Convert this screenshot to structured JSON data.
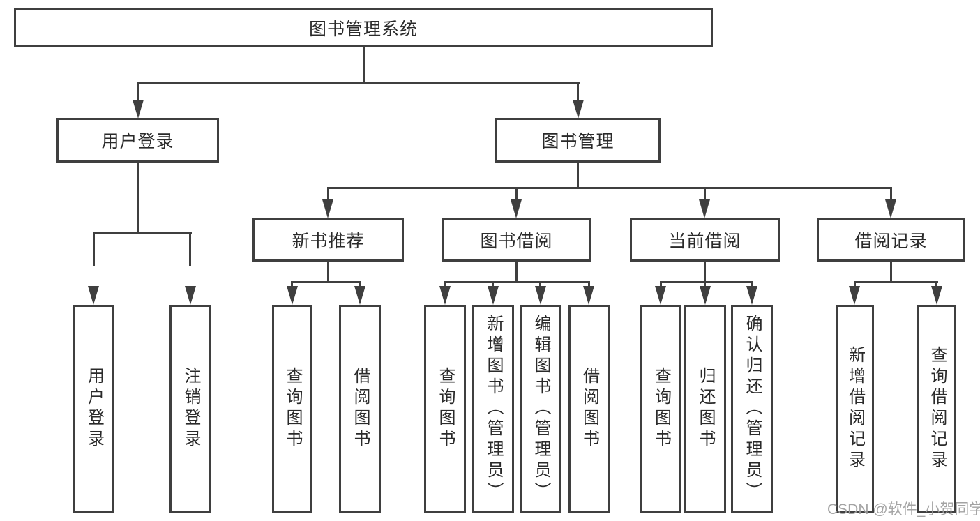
{
  "diagram": {
    "watermark": "CSDN @软件_小贺同学",
    "colors": {
      "line": "#3f3f3f",
      "text": "#2a2a2a",
      "watermark": "#9e9e9e",
      "background": "#ffffff"
    },
    "tree": {
      "root": {
        "label": "图书管理系统",
        "children": [
          {
            "label": "用户登录",
            "children": [
              {
                "label": "用户登录"
              },
              {
                "label": "注销登录"
              }
            ]
          },
          {
            "label": "图书管理",
            "children": [
              {
                "label": "新书推荐",
                "children": [
                  {
                    "label": "查询图书"
                  },
                  {
                    "label": "借阅图书"
                  }
                ]
              },
              {
                "label": "图书借阅",
                "children": [
                  {
                    "label": "查询图书"
                  },
                  {
                    "label": "新增图书（管理员）"
                  },
                  {
                    "label": "编辑图书（管理员）"
                  },
                  {
                    "label": "借阅图书"
                  }
                ]
              },
              {
                "label": "当前借阅",
                "children": [
                  {
                    "label": "查询图书"
                  },
                  {
                    "label": "归还图书"
                  },
                  {
                    "label": "确认归还（管理员）"
                  }
                ]
              },
              {
                "label": "借阅记录",
                "children": [
                  {
                    "label": "新增借阅记录"
                  },
                  {
                    "label": "查询借阅记录"
                  }
                ]
              }
            ]
          }
        ]
      }
    }
  }
}
